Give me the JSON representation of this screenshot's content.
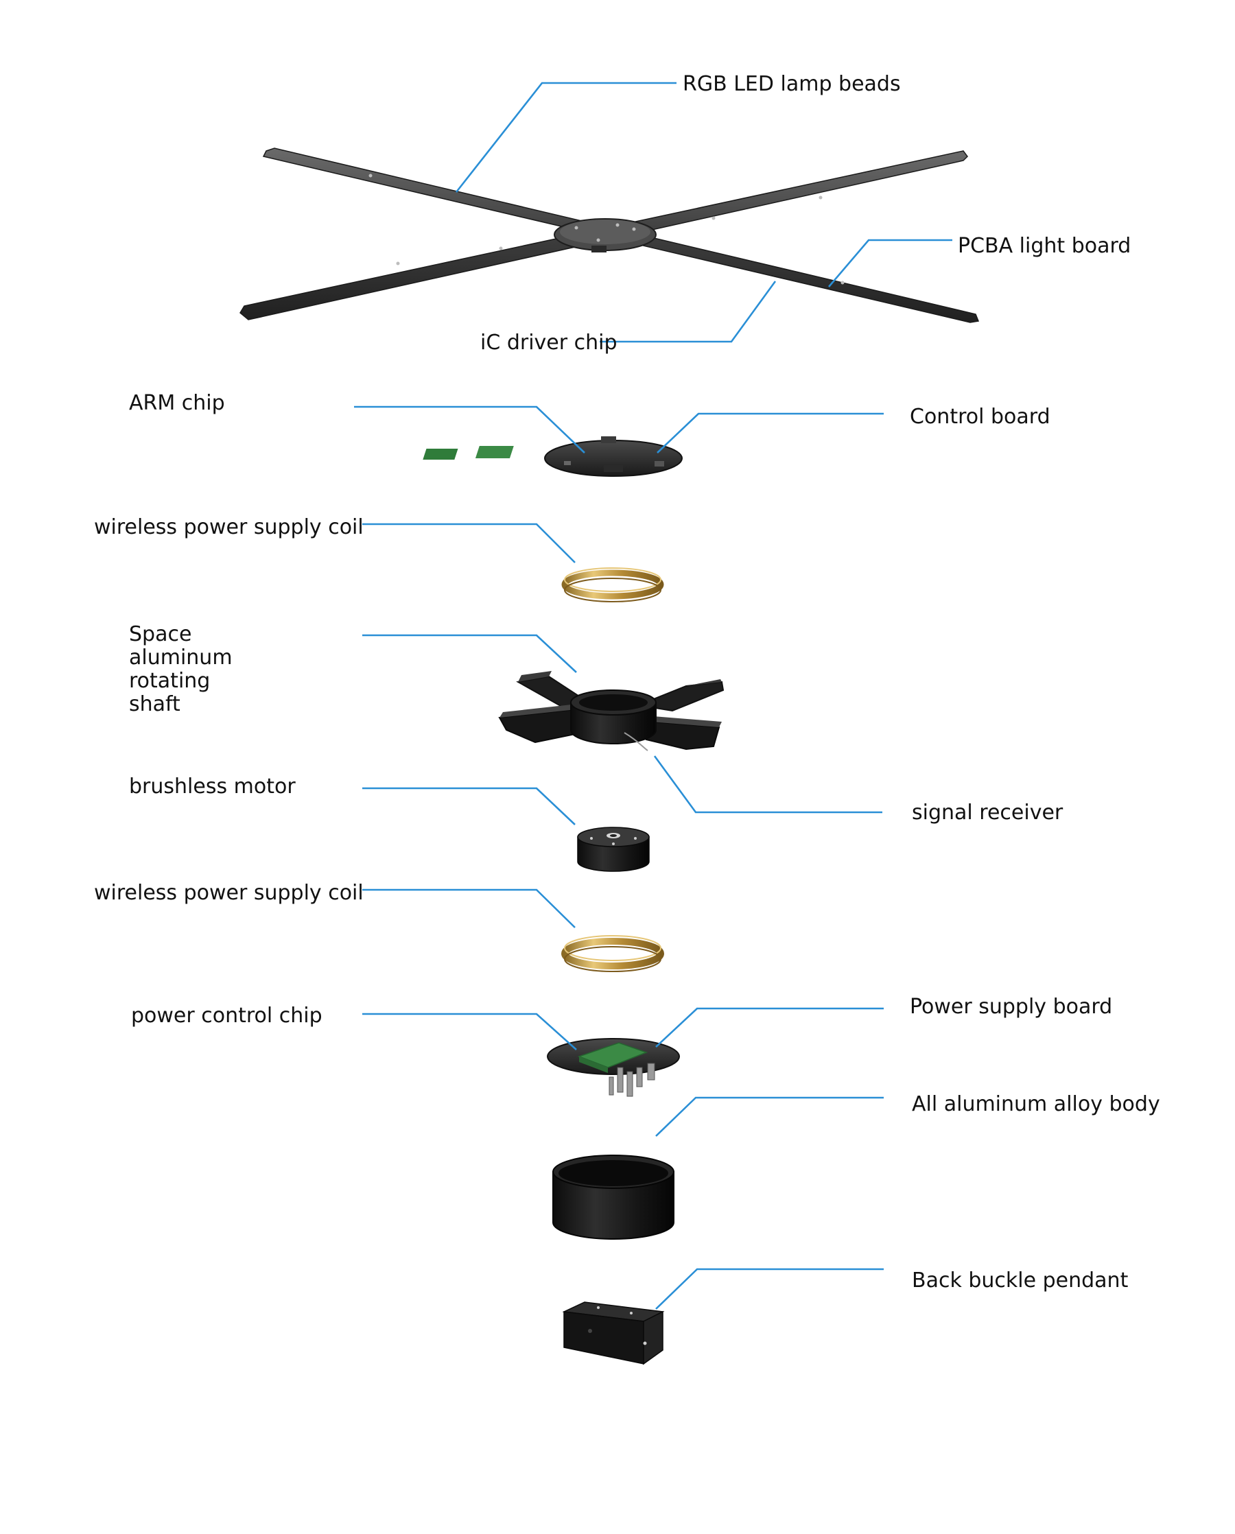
{
  "colors": {
    "leader": "#2a8fd6",
    "label_text": "#111111",
    "metal_dark": "#1c1c1c",
    "pcb_green": "#3b8a45",
    "coil_gold": "#c9a447"
  },
  "labels": {
    "rgb_led_lamp_beads": "RGB LED lamp beads",
    "pcba_light_board": "PCBA light board",
    "ic_driver_chip": "iC driver chip",
    "arm_chip": "ARM chip",
    "control_board": "Control board",
    "wireless_coil_upper": "wireless power supply coil",
    "shaft_line1": "Space",
    "shaft_line2": "aluminum",
    "shaft_line3": "rotating",
    "shaft_line4": "shaft",
    "brushless_motor": "brushless motor",
    "signal_receiver": "signal receiver",
    "wireless_coil_lower": "wireless power supply coil",
    "power_control_chip": "power control chip",
    "power_supply_board": "Power supply board",
    "aluminum_body": "All aluminum alloy body",
    "back_buckle_pendant": "Back buckle pendant"
  }
}
